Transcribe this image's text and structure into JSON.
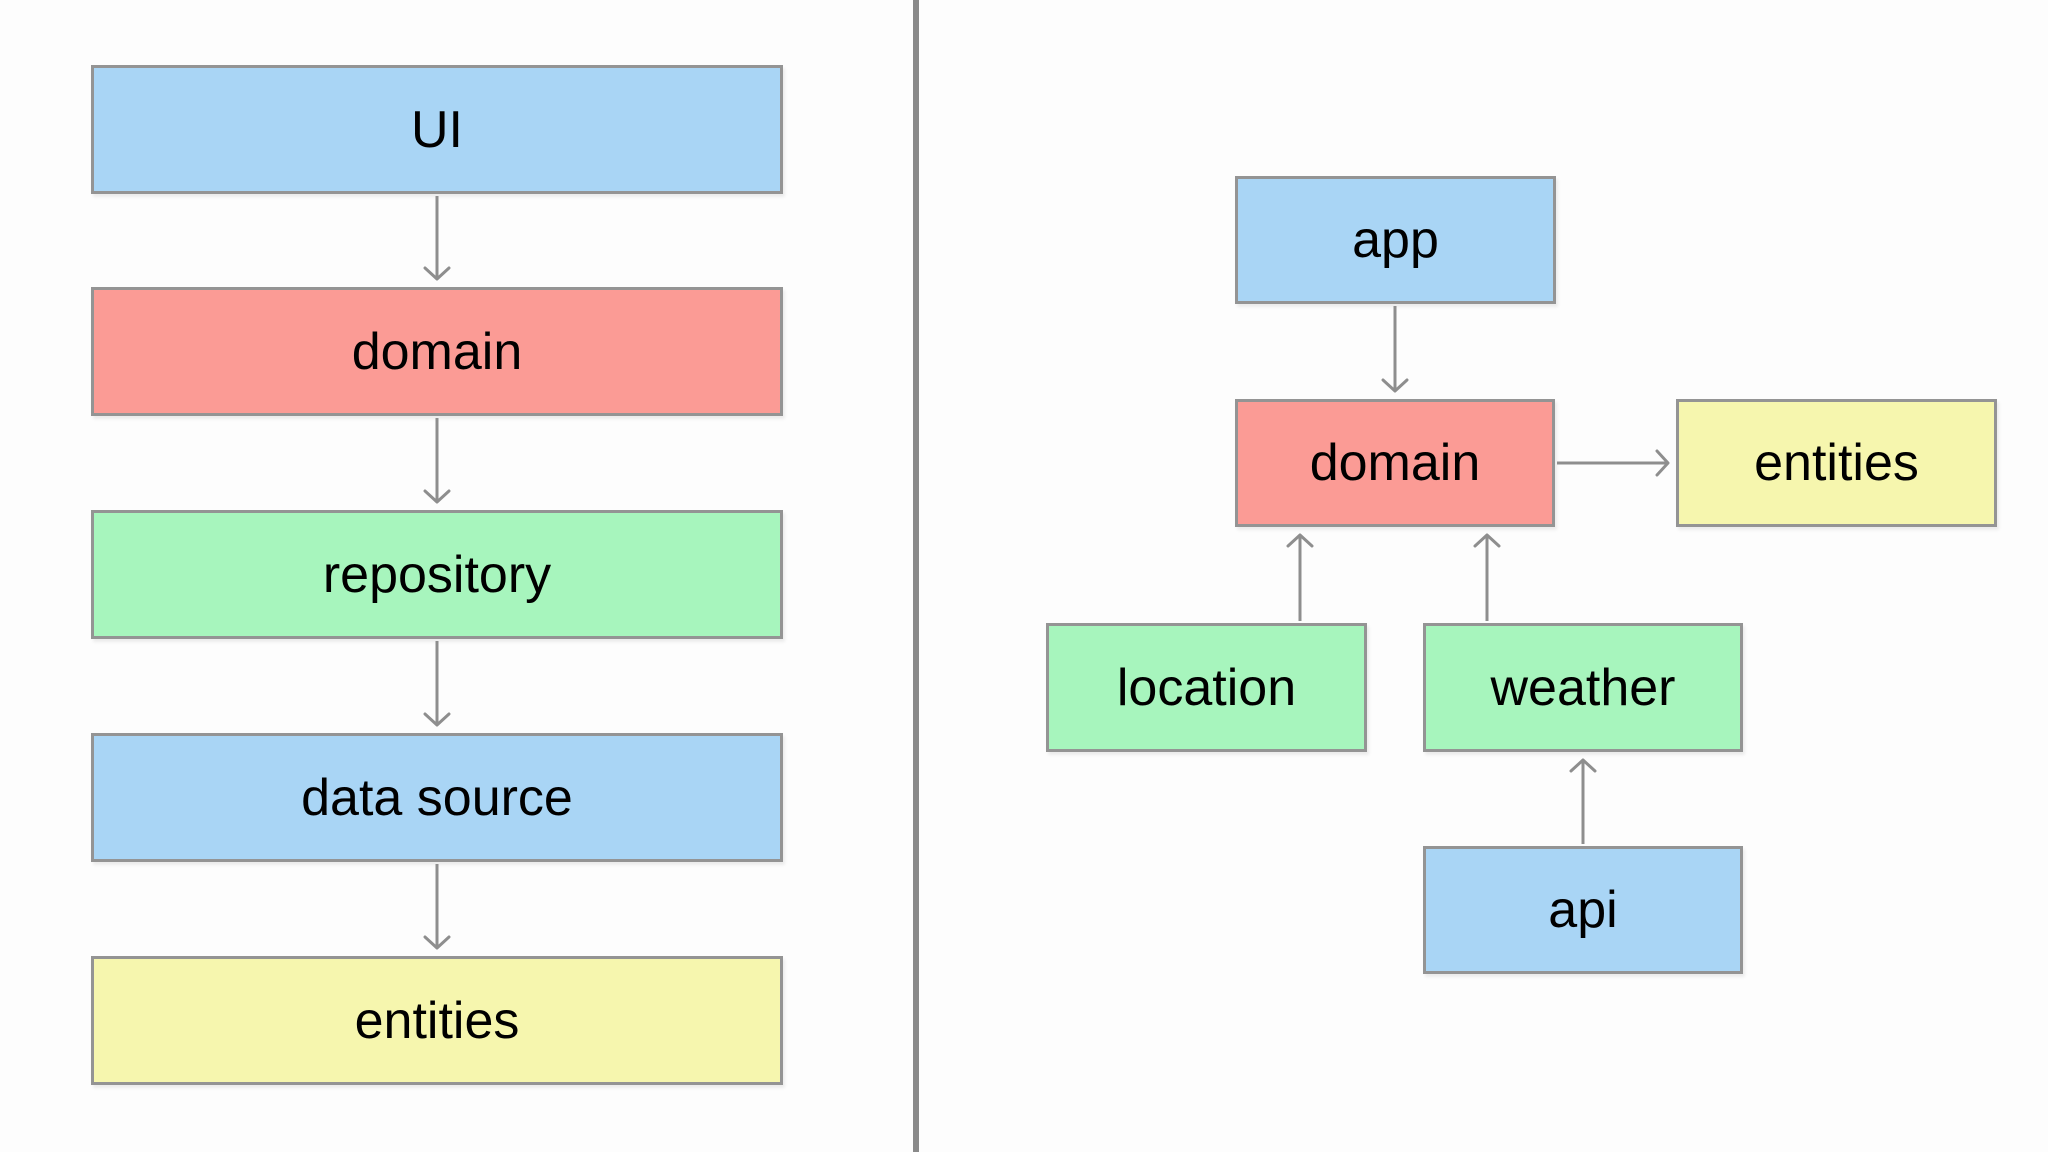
{
  "palette": {
    "blue": "#a9d5f5",
    "red": "#fb9b95",
    "green": "#a7f5bd",
    "yellow": "#f6f6ae",
    "border": "#949494",
    "arrow": "#8e8e8e",
    "divider": "#8a8a8a",
    "background": "#fdfdfd",
    "text": "#000000"
  },
  "left_diagram": {
    "nodes": [
      {
        "id": "ui",
        "label": "UI",
        "color": "blue"
      },
      {
        "id": "domain",
        "label": "domain",
        "color": "red"
      },
      {
        "id": "repository",
        "label": "repository",
        "color": "green"
      },
      {
        "id": "data_source",
        "label": "data source",
        "color": "blue"
      },
      {
        "id": "entities",
        "label": "entities",
        "color": "yellow"
      }
    ],
    "edges": [
      {
        "from": "UI",
        "to": "domain"
      },
      {
        "from": "domain",
        "to": "repository"
      },
      {
        "from": "repository",
        "to": "data source"
      },
      {
        "from": "data source",
        "to": "entities"
      }
    ]
  },
  "right_diagram": {
    "nodes": [
      {
        "id": "app",
        "label": "app",
        "color": "blue"
      },
      {
        "id": "domain",
        "label": "domain",
        "color": "red"
      },
      {
        "id": "entities",
        "label": "entities",
        "color": "yellow"
      },
      {
        "id": "location",
        "label": "location",
        "color": "green"
      },
      {
        "id": "weather",
        "label": "weather",
        "color": "green"
      },
      {
        "id": "api",
        "label": "api",
        "color": "blue"
      }
    ],
    "edges": [
      {
        "from": "app",
        "to": "domain"
      },
      {
        "from": "domain",
        "to": "entities"
      },
      {
        "from": "location",
        "to": "domain"
      },
      {
        "from": "weather",
        "to": "domain"
      },
      {
        "from": "api",
        "to": "weather"
      }
    ]
  }
}
